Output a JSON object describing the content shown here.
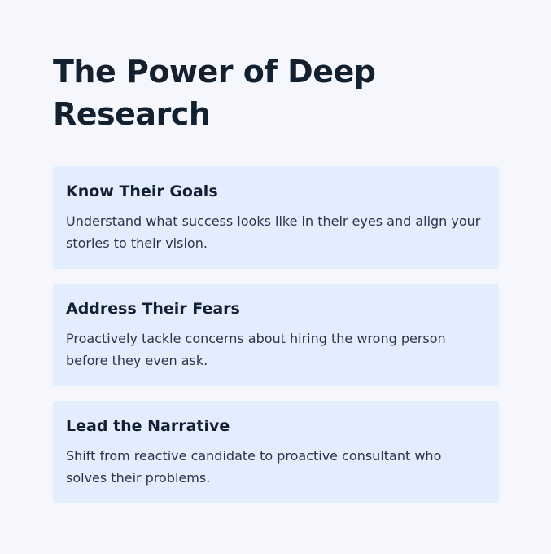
{
  "title": "The Power of Deep Research",
  "cards": [
    {
      "title": "Know Their Goals",
      "body": "Understand what success looks like in their eyes and align your stories to their vision."
    },
    {
      "title": "Address Their Fears",
      "body": "Proactively tackle concerns about hiring the wrong person before they even ask."
    },
    {
      "title": "Lead the Narrative",
      "body": "Shift from reactive candidate to proactive consultant who solves their problems."
    }
  ],
  "colors": {
    "background": "#f5f7fc",
    "card_background": "#e2eefd",
    "heading_text": "#13202f",
    "body_text": "#2a3646"
  }
}
